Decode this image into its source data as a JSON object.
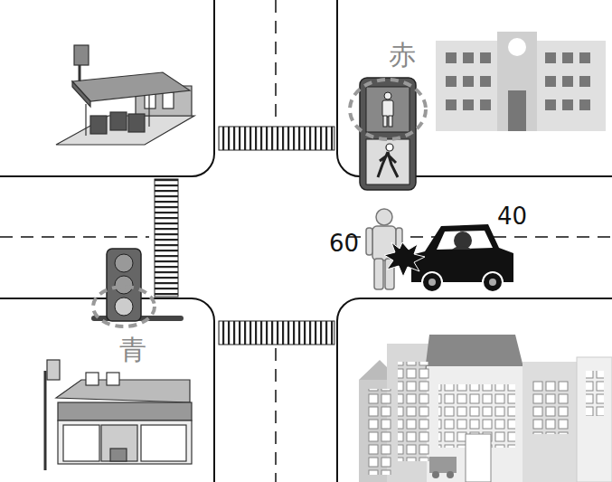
{
  "diagram": {
    "labels": [
      "赤",
      "40",
      "60",
      "青"
    ]
  }
}
